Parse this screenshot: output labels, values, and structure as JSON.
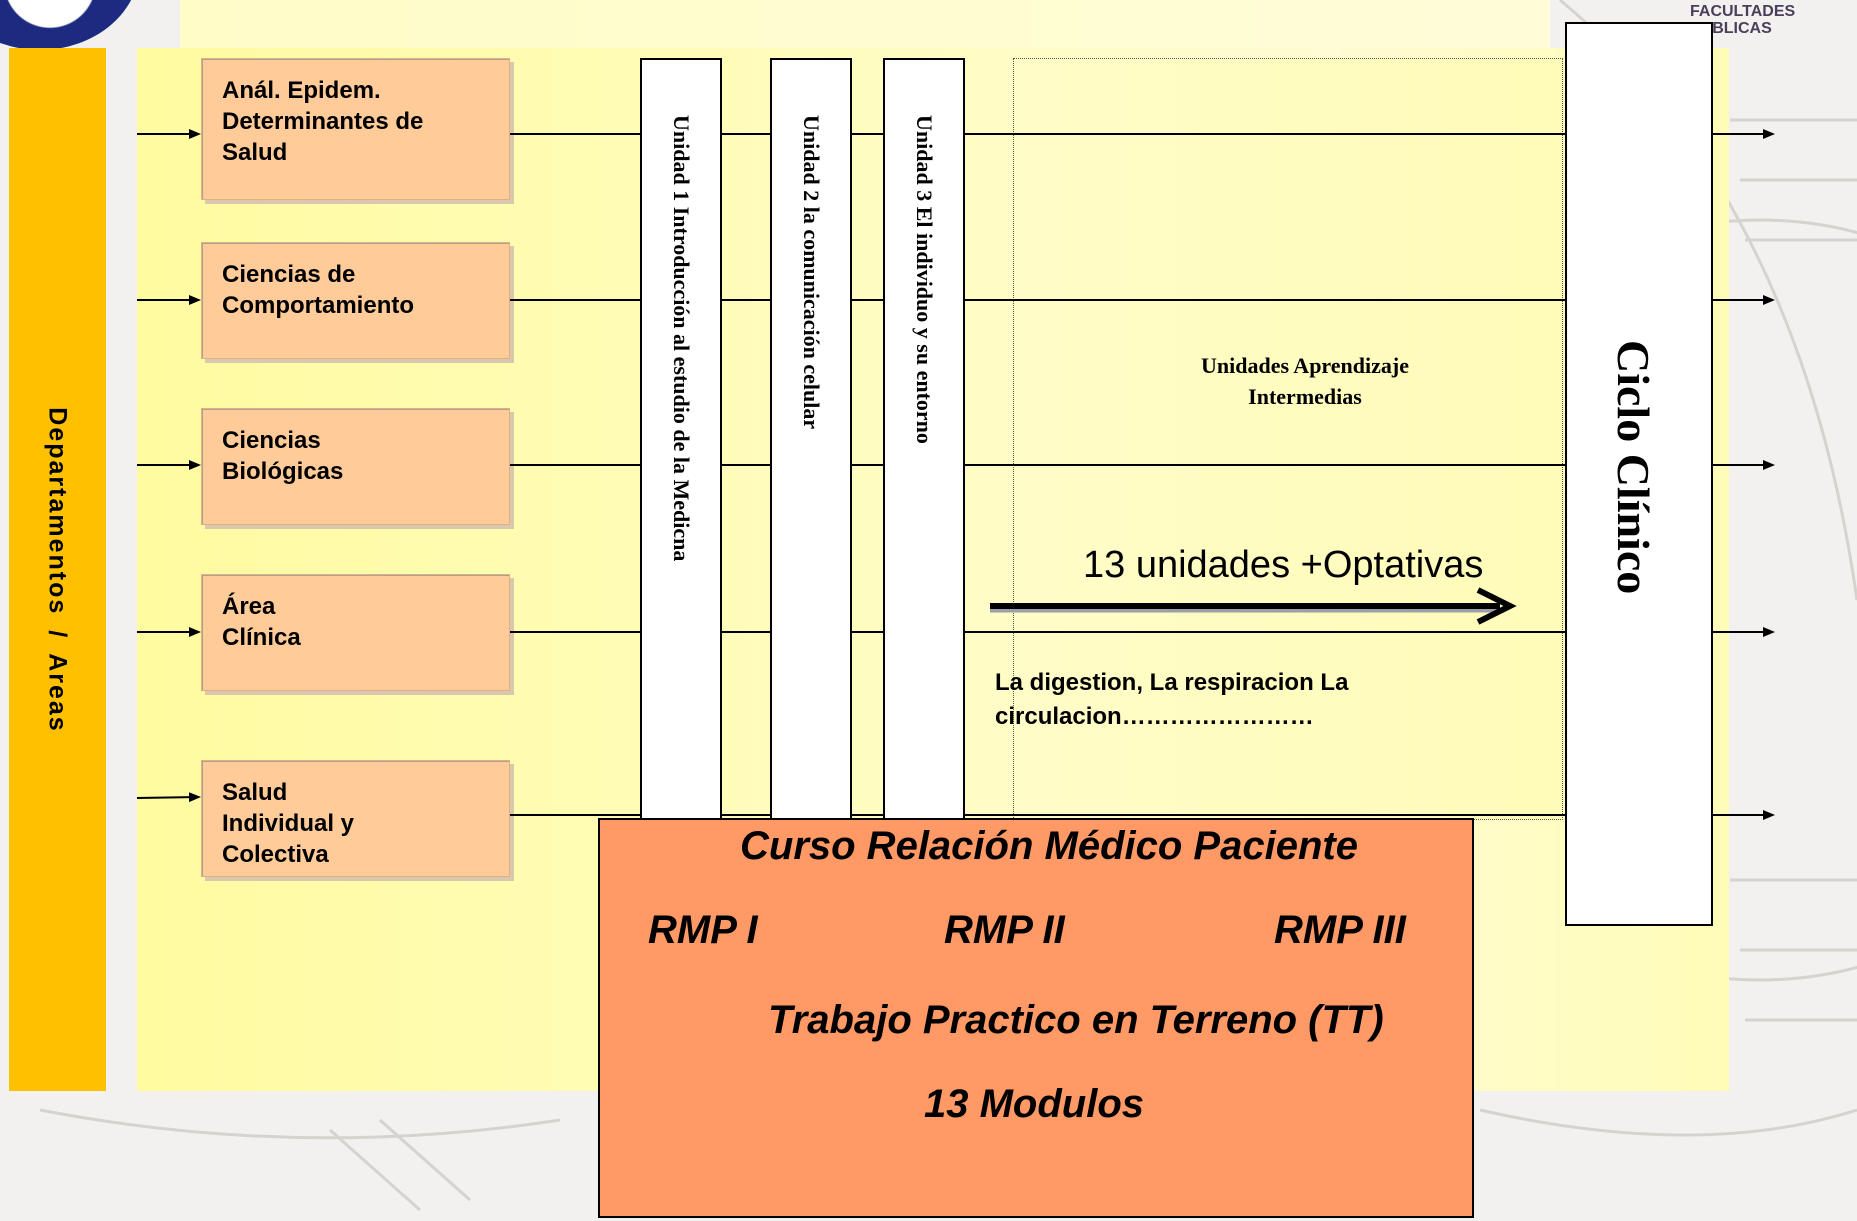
{
  "departments_label": "Departamentos  /  Areas",
  "departments": [
    {
      "label": "Anál. Epidem.\nDeterminantes de\nSalud"
    },
    {
      "label": "Ciencias de\nComportamiento"
    },
    {
      "label": "Ciencias\nBiológicas"
    },
    {
      "label": "Área\nClínica"
    },
    {
      "label": "Salud\nIndividual y\nColectiva"
    }
  ],
  "units": [
    {
      "text": "Unidad 1       Introducción  al estudio de la  Medicna"
    },
    {
      "text": "Unidad 2                       la comunicación celular"
    },
    {
      "text": "Unidad 3                   El   individuo   y su  entorno"
    }
  ],
  "intermediate": {
    "title": "Unidades Aprendizaje\nIntermedias",
    "count": "13  unidades +Optativas",
    "examples": "La digestion, La  respiracion  La circulacion……………………"
  },
  "clinical_cycle": "Ciclo Clínico",
  "course": {
    "title": "Curso Relación Médico Paciente",
    "rmp": [
      "RMP  I",
      "RMP II",
      "RMP III"
    ],
    "fieldwork": "Trabajo Practico  en Terreno (TT)",
    "modules": "13 Modulos"
  },
  "header_org": "FORO de FACULTADES\nPUBLICAS",
  "colors": {
    "departments_bar": "#ffc000",
    "department_box": "#ffcc99",
    "course_box": "#ff9966",
    "panel": "#fffbb0"
  }
}
